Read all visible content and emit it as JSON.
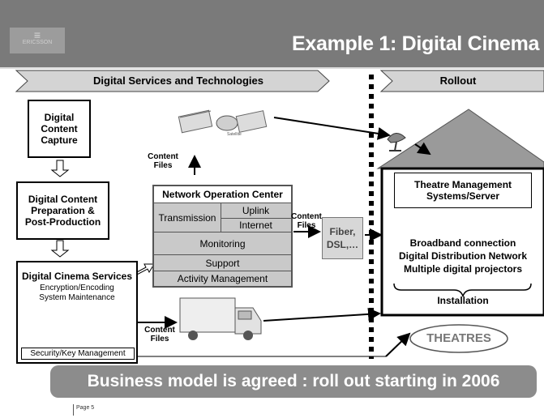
{
  "header": {
    "title": "Example 1: Digital Cinema",
    "logo_text": "ERICSSON"
  },
  "phases": {
    "left": "Digital Services and Technologies",
    "right": "Rollout"
  },
  "left_chain": {
    "capture": "Digital Content Capture",
    "preparation": "Digital Content Preparation & Post-Production",
    "services_title": "Digital Cinema Services",
    "services_lines": [
      "Encryption/Encoding",
      "System Maintenance"
    ],
    "security": "Security/Key Management"
  },
  "noc": {
    "title": "Network Operation Center",
    "transmission": "Transmission",
    "uplink": "Uplink",
    "internet": "Internet",
    "monitoring": "Monitoring",
    "support": "Support",
    "activity": "Activity Management"
  },
  "flow_labels": {
    "content_files_top": "Content Files",
    "content_files_mid": "Content Files",
    "content_files_bottom": "Content Files",
    "satellite": "Satellite"
  },
  "fiber": "Fiber, DSL,…",
  "theatre": {
    "server": "Theatre Management Systems/Server",
    "features": [
      "Broadband connection",
      "Digital Distribution Network",
      "Multiple digital projectors"
    ],
    "installation": "Installation",
    "theatres": "THEATRES"
  },
  "banner": "Business model is agreed : roll out starting in 2006",
  "footer": {
    "page": "Page 5"
  },
  "colors": {
    "header_bg": "#7a7a7a",
    "chevron_fill": "#d4d4d4",
    "noc_fill": "#c9c9c9",
    "roof": "#9a9a9a",
    "banner_bg": "#8c8c8c"
  }
}
